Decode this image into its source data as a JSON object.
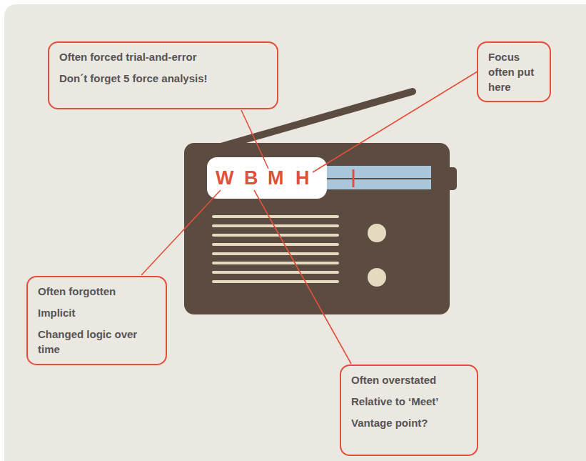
{
  "diagram": {
    "nodes": [
      {
        "text": [
          "Often forced trial-and-error",
          "Don´t forget 5 force analysis!"
        ]
      },
      {
        "text": [
          "Focus often put here"
        ]
      },
      {
        "text": [
          "Often forgotten",
          "Implicit",
          "Changed logic over time"
        ]
      },
      {
        "text": [
          "Often overstated",
          "Relative to ‘Meet’",
          "Vantage point?"
        ]
      }
    ],
    "labels": [
      "W",
      "B",
      "M",
      "H"
    ]
  }
}
